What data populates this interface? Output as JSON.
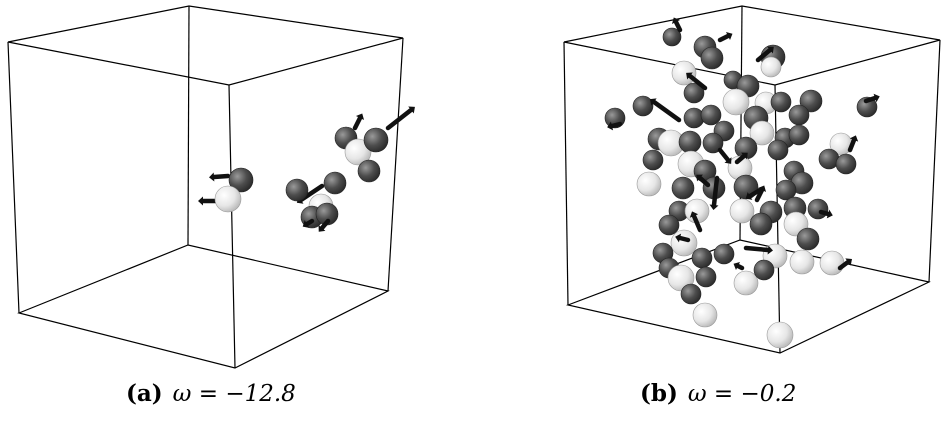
{
  "panels": [
    {
      "tag": "(a)",
      "expression": "ω = −12.8"
    },
    {
      "tag": "(b)",
      "expression": "ω = −0.2"
    }
  ],
  "colors": {
    "dark_sphere": "#4a4a4a",
    "light_sphere": "#e8e8e8",
    "arrow": "#111111",
    "box_edge": "#000000"
  }
}
